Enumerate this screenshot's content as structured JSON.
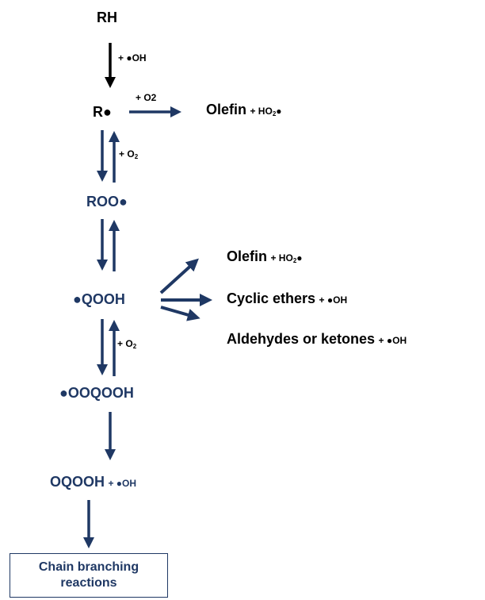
{
  "species": {
    "rh": "RH",
    "r": "R●",
    "roo": "ROO●",
    "qooh": "●QOOH",
    "ooqooh": "●OOQOOH",
    "oqooh": "OQOOH"
  },
  "reagents": {
    "plus_oh": "+ ●OH",
    "plus_o2_top": "+ O2",
    "plus": "+",
    "o2_o": "O",
    "o2_sub": "2",
    "ho2_plus": "+ HO",
    "ho2_sub": "2",
    "ho2_dot": "●",
    "oh_plus": "+ ●OH"
  },
  "products": {
    "olefin": "Olefin",
    "cyclic_ethers": "Cyclic ethers",
    "aldehydes_ketones": "Aldehydes or ketones"
  },
  "box": {
    "line1": "Chain branching",
    "line2": "reactions"
  },
  "colors": {
    "navy": "#1f3864",
    "black": "#000000"
  }
}
